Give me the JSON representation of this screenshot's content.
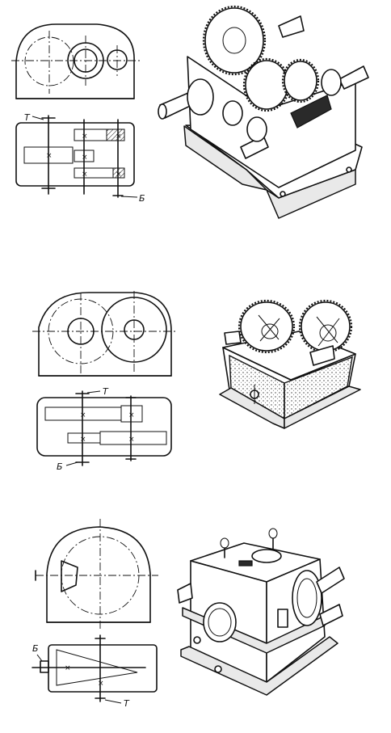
{
  "reducers": [
    {
      "label_T": "T",
      "label_B": "Б"
    },
    {
      "label_T": "T",
      "label_B": "Б"
    },
    {
      "label_T": "T",
      "label_B": "Б"
    }
  ]
}
